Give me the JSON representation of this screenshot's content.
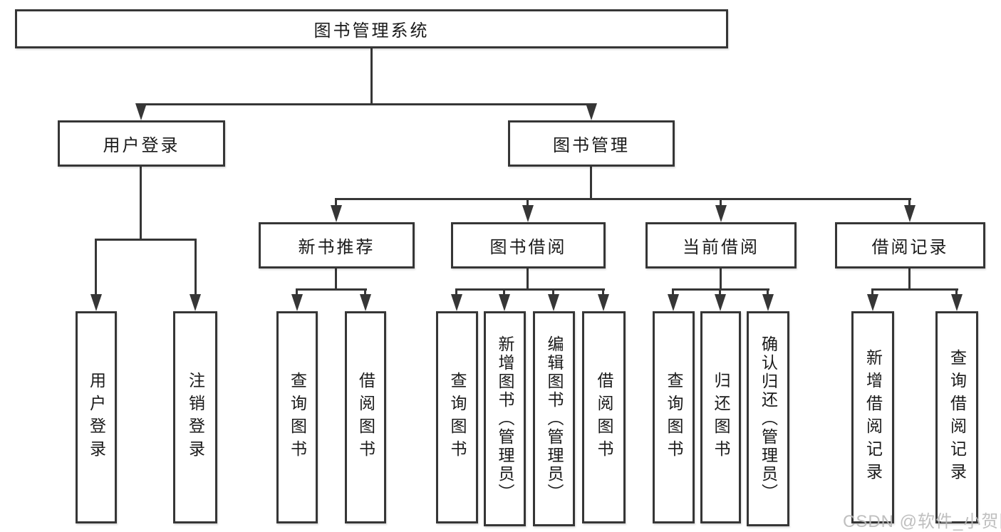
{
  "tree": {
    "root": {
      "label": "图书管理系统"
    },
    "user_login": {
      "label": "用户登录",
      "children": [
        {
          "label": "用户登录"
        },
        {
          "label": "注销登录"
        }
      ]
    },
    "book_mgmt": {
      "label": "图书管理",
      "sections": [
        {
          "label": "新书推荐",
          "children": [
            {
              "label": "查询图书"
            },
            {
              "label": "借阅图书"
            }
          ]
        },
        {
          "label": "图书借阅",
          "children": [
            {
              "label": "查询图书"
            },
            {
              "label": "新增图书（管理员）"
            },
            {
              "label": "编辑图书（管理员）"
            },
            {
              "label": "借阅图书"
            }
          ]
        },
        {
          "label": "当前借阅",
          "children": [
            {
              "label": "查询图书"
            },
            {
              "label": "归还图书"
            },
            {
              "label": "确认归还（管理员）"
            }
          ]
        },
        {
          "label": "借阅记录",
          "children": [
            {
              "label": "新增借阅记录"
            },
            {
              "label": "查询借阅记录"
            }
          ]
        }
      ]
    }
  },
  "watermark": {
    "text": "CSDN @软件_小贺同学"
  },
  "colors": {
    "line": "#363636",
    "text": "#1a1a1a",
    "watermark": "#b9b9b9",
    "background": "#ffffff"
  }
}
